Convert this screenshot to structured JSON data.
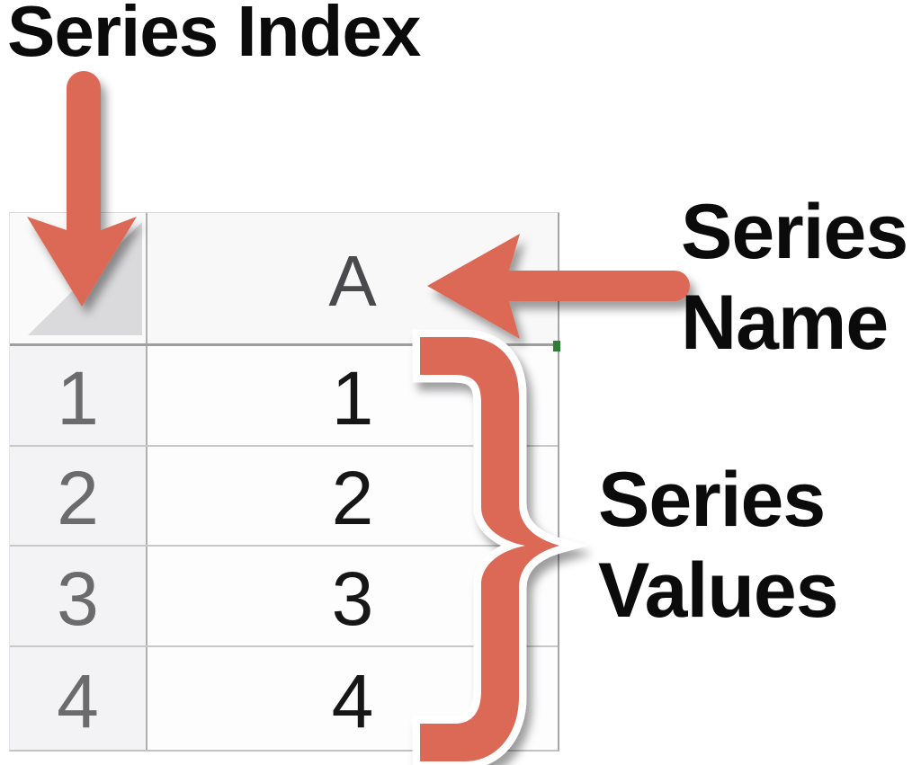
{
  "labels": {
    "series_index": "Series Index",
    "series_name": [
      "Series",
      "Name"
    ],
    "series_values": [
      "Series",
      "Values"
    ]
  },
  "spreadsheet": {
    "column_header": "A",
    "rows": [
      {
        "index": "1",
        "value": "1"
      },
      {
        "index": "2",
        "value": "2"
      },
      {
        "index": "3",
        "value": "3"
      },
      {
        "index": "4",
        "value": "4"
      }
    ]
  },
  "icons": {
    "series_index_pointer": "arrow-down-icon",
    "series_name_pointer": "arrow-left-icon",
    "series_values_pointer": "right-curly-brace-icon",
    "corner_glyph": "select-all-triangle-icon",
    "cell_marker": "green-cell-marker"
  },
  "colors": {
    "accent": "#DB6957",
    "label_text": "#0B0B0B",
    "index_text": "#6B6B6E",
    "value_text": "#161616",
    "header_text": "#4A4A4D",
    "grid_line": "#C7C9C8",
    "header_divider": "#9EA0A0",
    "corner_triangle": "#DADADC",
    "green_marker": "#2F7D33",
    "index_col_bg": "#F3F3F5",
    "header_bg": "#F8F8F9"
  }
}
